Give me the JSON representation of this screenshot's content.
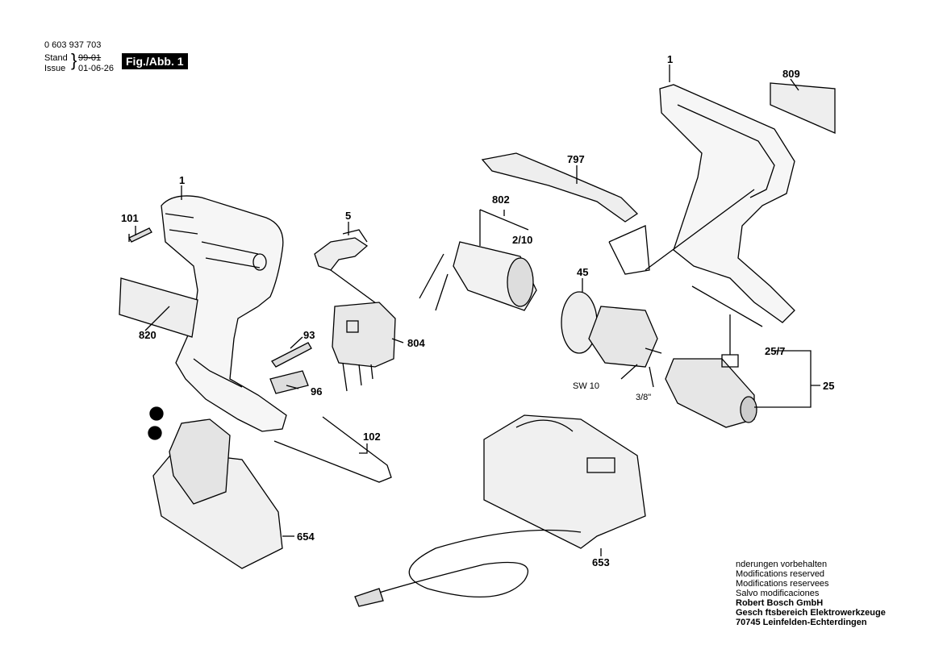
{
  "header": {
    "part_number": "0 603 937 703",
    "stand_label": "Stand",
    "stand_value": "99-01",
    "issue_label": "Issue",
    "issue_value": "01-06-26",
    "figure": "Fig./Abb. 1"
  },
  "labels": {
    "housing_left": "1",
    "housing_right": "1",
    "screw": "101",
    "switch_clip": "5",
    "nameplate_left": "820",
    "bit": "93",
    "bit_holder": "96",
    "switch": "804",
    "motor": "802",
    "motor_sub": "2/10",
    "strap": "797",
    "nameplate_right": "809",
    "gearbox": "45",
    "sw": "SW 10",
    "thread": "3/8\"",
    "chuck_key": "25/7",
    "chuck": "25",
    "spring_clip": "102",
    "battery": "654",
    "charger": "653"
  },
  "notes": {
    "line1": " nderungen vorbehalten",
    "line2": "Modifications reserved",
    "line3": "Modifications reservees",
    "line4": "Salvo modificaciones",
    "line5": "Robert Bosch GmbH",
    "line6": "Gesch ftsbereich Elektrowerkzeuge",
    "line7": "70745 Leinfelden-Echterdingen"
  }
}
